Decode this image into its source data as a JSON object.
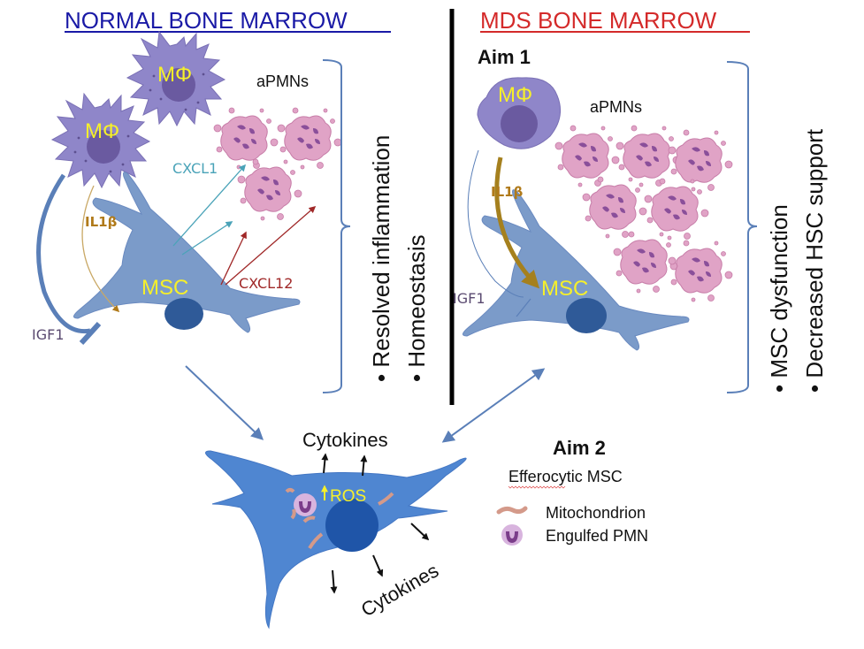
{
  "panels": {
    "normal": {
      "title": "NORMAL BONE MARROW",
      "title_color": "#1a1aa6",
      "macrophage_labels": [
        "MΦ",
        "MΦ"
      ],
      "apmn_label": "aPMNs",
      "cxcl1_label": "CXCL1",
      "cxcl12_label": "CXCL12",
      "il1b_label": "IL1β",
      "igf1_label": "IGF1",
      "msc_label": "MSC",
      "outcomes": [
        "Resolved inflammation",
        "Homeostasis"
      ]
    },
    "mds": {
      "title": "MDS BONE MARROW",
      "title_color": "#d42a2a",
      "aim_label": "Aim 1",
      "macrophage_label": "MΦ",
      "apmn_label": "aPMNs",
      "il1b_label": "IL1β",
      "igf1_label": "IGF1",
      "msc_label": "MSC",
      "outcomes": [
        "MSC dysfunction",
        "Decreased HSC support"
      ]
    }
  },
  "efferocytic": {
    "cytokines_top": "Cytokines",
    "cytokines_bottom": "Cytokines",
    "ros_label": "ROS",
    "aim_label": "Aim 2",
    "subtitle": "Efferocytic MSC",
    "legend": [
      {
        "icon": "mitochondrion-icon",
        "label": "Mitochondrion"
      },
      {
        "icon": "engulfed-pmn-icon",
        "label": "Engulfed PMN"
      }
    ]
  },
  "colors": {
    "msc_fill": "#7b9bc9",
    "msc_nucleus": "#2f5a98",
    "efferocytic_fill": "#4f86d1",
    "efferocytic_nucleus": "#1f55a8",
    "macrophage_fill": "#8f86c9",
    "macrophage_nucleus": "#6a5aa0",
    "pmn_fill": "#e0a3c6",
    "pmn_nucleus": "#8a4f9a",
    "label_yellow": "#f6f02a",
    "cxcl1_color": "#4aa3b8",
    "cxcl12_color": "#a02828",
    "il1b_color": "#b07a1a",
    "igf1_color": "#5a4a70",
    "arrow_blue": "#5a7fb8"
  }
}
